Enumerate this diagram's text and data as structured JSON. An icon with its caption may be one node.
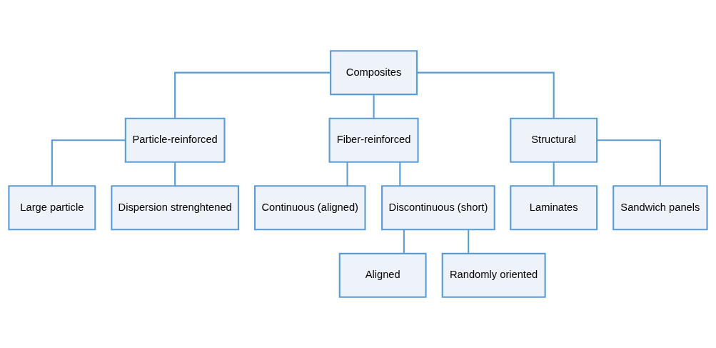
{
  "diagram": {
    "nodes": [
      {
        "text": [
          "Composites"
        ]
      },
      {
        "text": [
          "Particle-reinforced"
        ]
      },
      {
        "text": [
          "Fiber-reinforced"
        ]
      },
      {
        "text": [
          "Structural"
        ]
      },
      {
        "text": [
          "Large particle"
        ]
      },
      {
        "text": [
          "Dispersion strenghtened"
        ]
      },
      {
        "text": [
          "Continuous (aligned)"
        ]
      },
      {
        "text": [
          "Discontinuous (short)"
        ]
      },
      {
        "text": [
          "Laminates"
        ]
      },
      {
        "text": [
          "Sandwich panels"
        ]
      },
      {
        "text": [
          "Aligned"
        ]
      },
      {
        "text": [
          "Randomly oriented"
        ]
      }
    ],
    "edges": [
      {
        "from": 0,
        "to": 1,
        "arrow": "none"
      },
      {
        "from": 0,
        "to": 2,
        "arrow": "none"
      },
      {
        "from": 0,
        "to": 3,
        "arrow": "none"
      },
      {
        "from": 1,
        "to": 4,
        "arrow": "none"
      },
      {
        "from": 1,
        "to": 5,
        "arrow": "none"
      },
      {
        "from": 2,
        "to": 6,
        "arrow": "none"
      },
      {
        "from": 2,
        "to": 7,
        "arrow": "none"
      },
      {
        "from": 3,
        "to": 8,
        "arrow": "none"
      },
      {
        "from": 3,
        "to": 9,
        "arrow": "none"
      },
      {
        "from": 7,
        "to": 10,
        "arrow": "none"
      },
      {
        "from": 7,
        "to": 11,
        "arrow": "none"
      }
    ]
  }
}
